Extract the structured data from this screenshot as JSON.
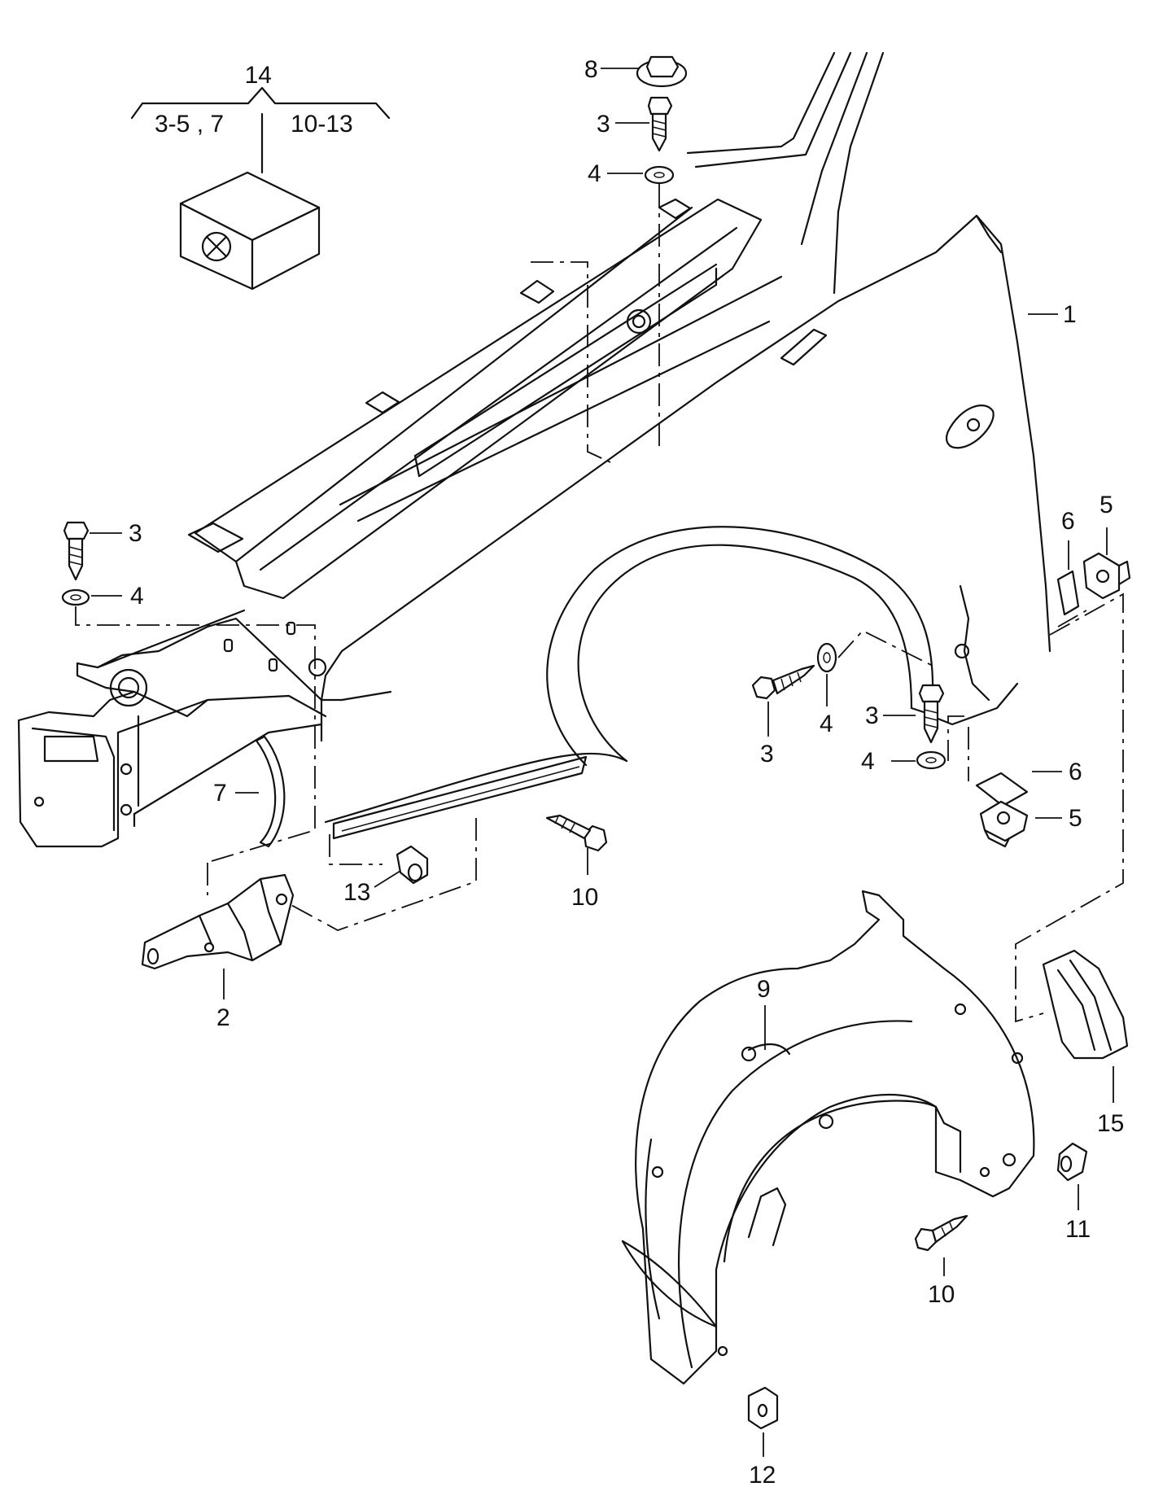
{
  "callouts": {
    "c1": "1",
    "c2": "2",
    "c3a": "3",
    "c3b": "3",
    "c3c": "3",
    "c3d": "3",
    "c4a": "4",
    "c4b": "4",
    "c4c": "4",
    "c4d": "4",
    "c5a": "5",
    "c5b": "5",
    "c6a": "6",
    "c6b": "6",
    "c7": "7",
    "c8": "8",
    "c9": "9",
    "c10a": "10",
    "c10b": "10",
    "c11": "11",
    "c12": "12",
    "c13": "13",
    "c15": "15"
  },
  "kit": {
    "number": "14",
    "range_left": "3-5 , 7",
    "range_right": "10-13"
  }
}
